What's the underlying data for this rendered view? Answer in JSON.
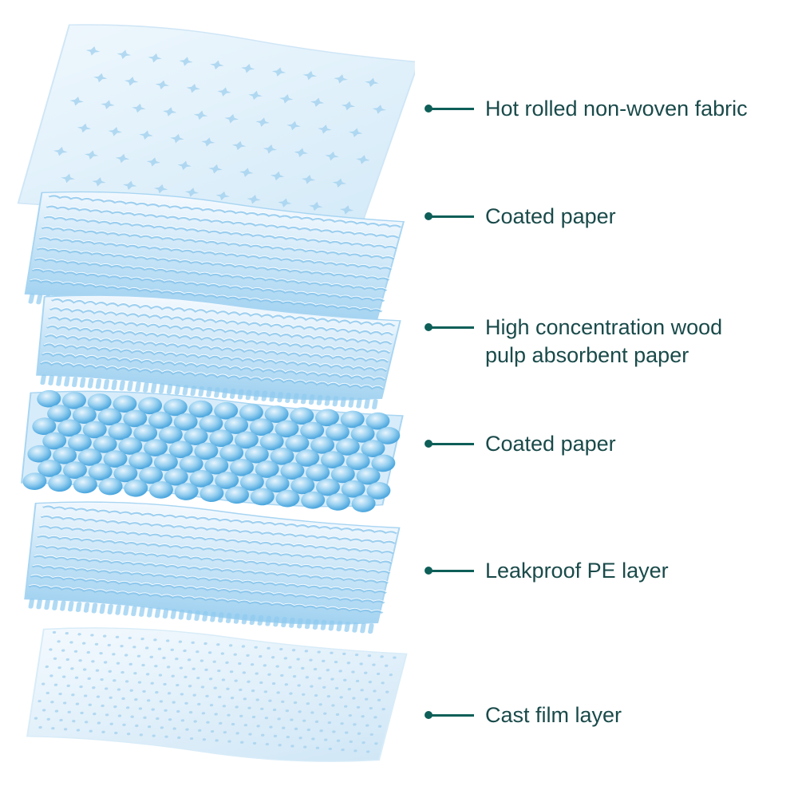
{
  "colors": {
    "connector": "#0d5f58",
    "label_text": "#1a4a4a",
    "layer_light": "#e6f3fb",
    "layer_mid": "#bfe0f4",
    "layer_dark": "#7cc2ea"
  },
  "layers": [
    {
      "id": "hot-rolled-non-woven-fabric",
      "label_lines": [
        "Hot rolled non-woven fabric"
      ],
      "texture": "star-emboss"
    },
    {
      "id": "coated-paper-top",
      "label_lines": [
        "Coated paper"
      ],
      "texture": "ribbed-fibers"
    },
    {
      "id": "high-concentration-wood-pulp",
      "label_lines": [
        "High concentration wood",
        "pulp absorbent paper"
      ],
      "texture": "wavy-fibers"
    },
    {
      "id": "coated-paper-bubbles",
      "label_lines": [
        "Coated paper"
      ],
      "texture": "bubbles"
    },
    {
      "id": "leakproof-pe-layer",
      "label_lines": [
        "Leakproof PE layer"
      ],
      "texture": "ribbed-fibers"
    },
    {
      "id": "cast-film-layer",
      "label_lines": [
        "Cast film layer"
      ],
      "texture": "dotted-film"
    }
  ]
}
